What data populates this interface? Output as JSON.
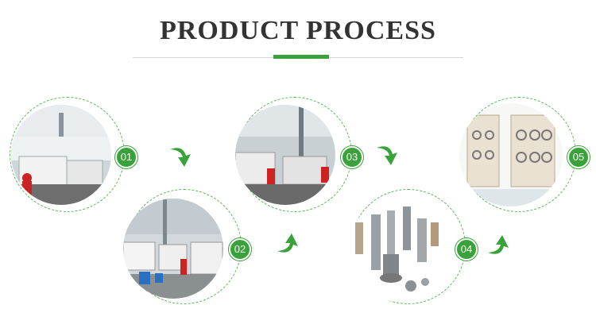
{
  "header": {
    "title": "PRODUCT PROCESS"
  },
  "steps": [
    {
      "number": "01",
      "photo": "cnc-workshop-1"
    },
    {
      "number": "02",
      "photo": "injection-molding-workshop"
    },
    {
      "number": "03",
      "photo": "cnc-workshop-2"
    },
    {
      "number": "04",
      "photo": "diamond-core-drill-bits"
    },
    {
      "number": "05",
      "photo": "product-display-rack"
    }
  ],
  "colors": {
    "accent_green": "#3aa23a",
    "ring_green": "#5db55d",
    "title_text": "#333333",
    "divider_grey": "#d6d6d6"
  },
  "icons": [
    "curved-arrow-down-icon",
    "curved-arrow-up-icon"
  ]
}
